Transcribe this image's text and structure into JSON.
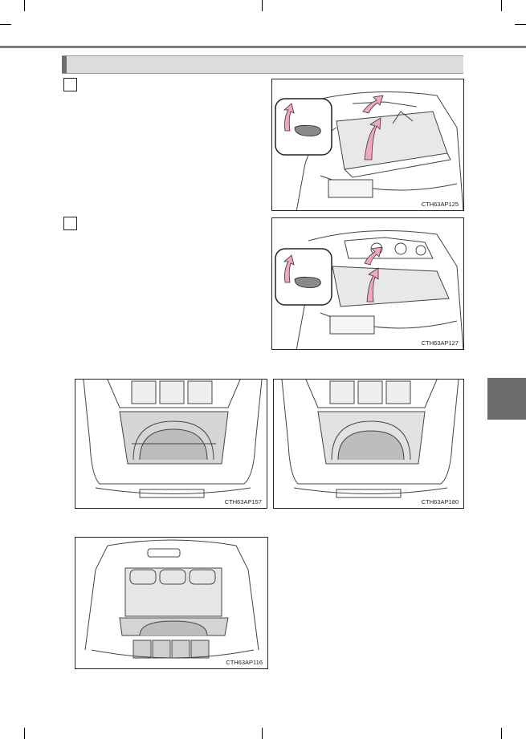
{
  "figures": {
    "fig1": {
      "code": "CTH63AP125",
      "subject": "hatchback-tonneau-cover-removal"
    },
    "fig2": {
      "code": "CTH63AP127",
      "subject": "hatchback-tonneau-cover-removal-alt"
    },
    "fig3": {
      "code": "CTH63AP157",
      "subject": "luggage-deck-board-spare-tire"
    },
    "fig4": {
      "code": "CTH63AP180",
      "subject": "luggage-deck-board-spare-tire-alt"
    },
    "fig5": {
      "code": "CTH63AP116",
      "subject": "luggage-storage-trays"
    }
  },
  "colors": {
    "rule": "#7d7d7d",
    "section_bar": "#dcdcdc",
    "side_tab": "#6b6b6b",
    "arrow": "#f2a6c3"
  }
}
